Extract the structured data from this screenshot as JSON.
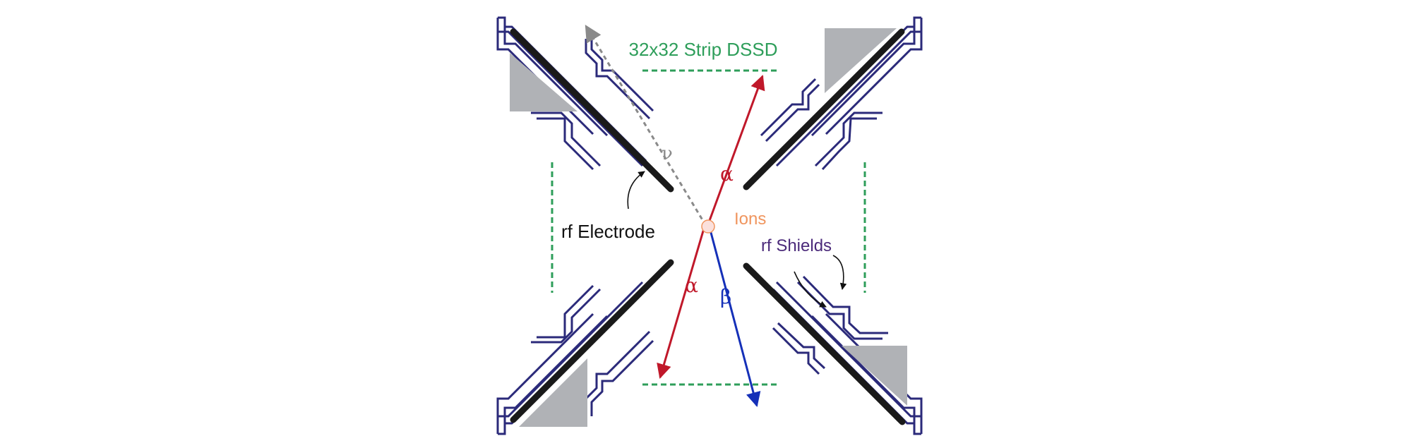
{
  "labels": {
    "detector": "32x32 Strip DSSD",
    "ions": "Ions",
    "rf_electrode": "rf Electrode",
    "rf_shields": "rf Shields",
    "alpha_upper": "α",
    "alpha_lower": "α",
    "beta": "β",
    "nu": "ν"
  },
  "colors": {
    "detector": "#2e9e5a",
    "ions": "#f0955e",
    "alpha": "#c0182a",
    "beta": "#1530b8",
    "neutrino": "#8a8a8a",
    "shield": "#2b2a7a",
    "electrode": "#1a1a1a",
    "insulator": "#b0b2b6",
    "shield_label": "#4b2a7a"
  }
}
